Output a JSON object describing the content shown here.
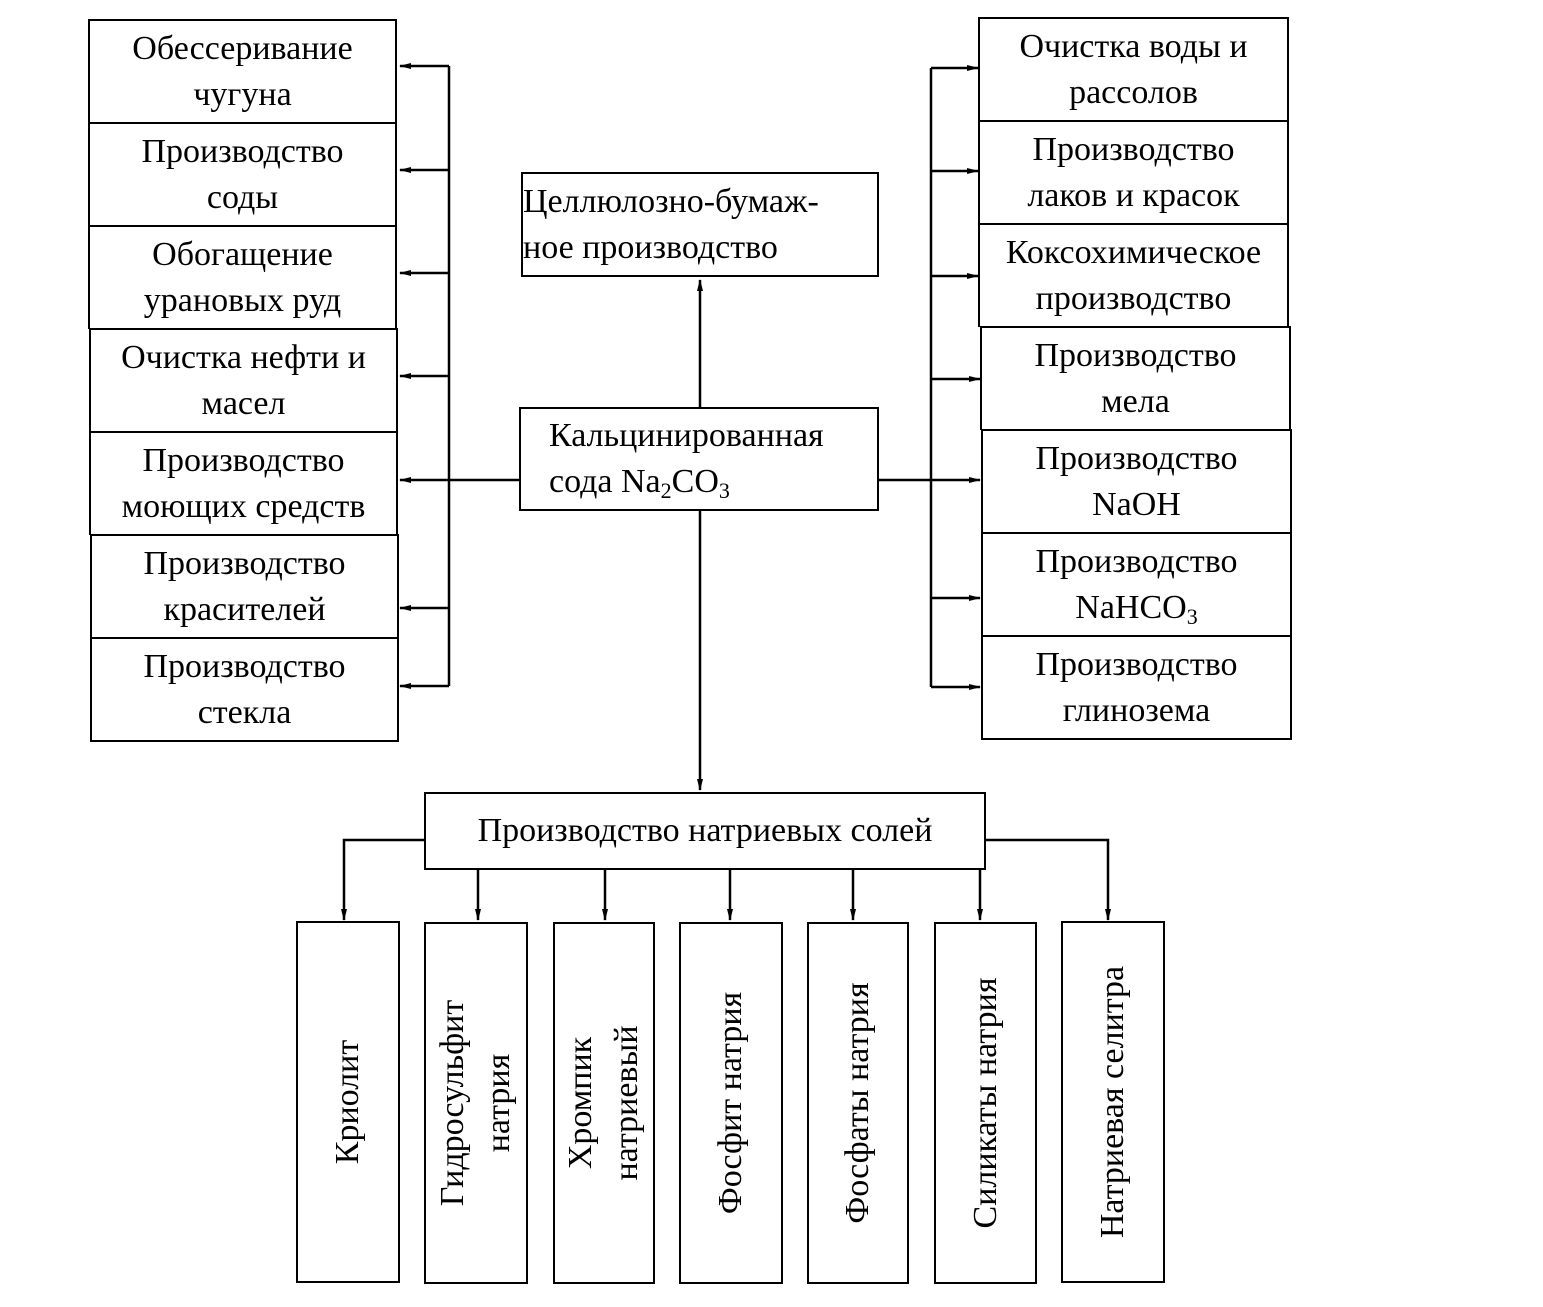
{
  "diagram": {
    "center": {
      "line1": "Кальцинированная",
      "line2_prefix": "сода Na",
      "line2_sub1": "2",
      "line2_mid": "CO",
      "line2_sub2": "3"
    },
    "top": {
      "line1": "Целлюлозно-бумаж-",
      "line2": "ное производство"
    },
    "left": [
      {
        "line1": "Обессеривание",
        "line2": "чугуна"
      },
      {
        "line1": "Производство",
        "line2": "соды"
      },
      {
        "line1": "Обогащение",
        "line2": "урановых руд"
      },
      {
        "line1": "Очистка нефти и",
        "line2": "масел"
      },
      {
        "line1": "Производство",
        "line2": "моющих средств"
      },
      {
        "line1": "Производство",
        "line2": "красителей"
      },
      {
        "line1": "Производство",
        "line2": "стекла"
      }
    ],
    "right": [
      {
        "line1": "Очистка воды и",
        "line2": "рассолов"
      },
      {
        "line1": "Производство",
        "line2": "лаков и красок"
      },
      {
        "line1": "Коксохимическое",
        "line2": "производство"
      },
      {
        "line1": "Производство",
        "line2": "мела"
      },
      {
        "line1": "Производство",
        "line2": "NaOH"
      },
      {
        "line1": "Производство",
        "line2": "NaHCO",
        "line2_sub": "3"
      },
      {
        "line1": "Производство",
        "line2": "глинозема"
      }
    ],
    "salts_hub": "Производство натриевых солей",
    "salts": [
      {
        "line1": "Криолит"
      },
      {
        "line1": "Гидросульфит",
        "line2": "натрия"
      },
      {
        "line1": "Хромпик",
        "line2": "натриевый"
      },
      {
        "line1": "Фосфит натрия"
      },
      {
        "line1": "Фосфаты натрия"
      },
      {
        "line1": "Силикаты натрия"
      },
      {
        "line1": "Натриевая селитра"
      }
    ]
  }
}
